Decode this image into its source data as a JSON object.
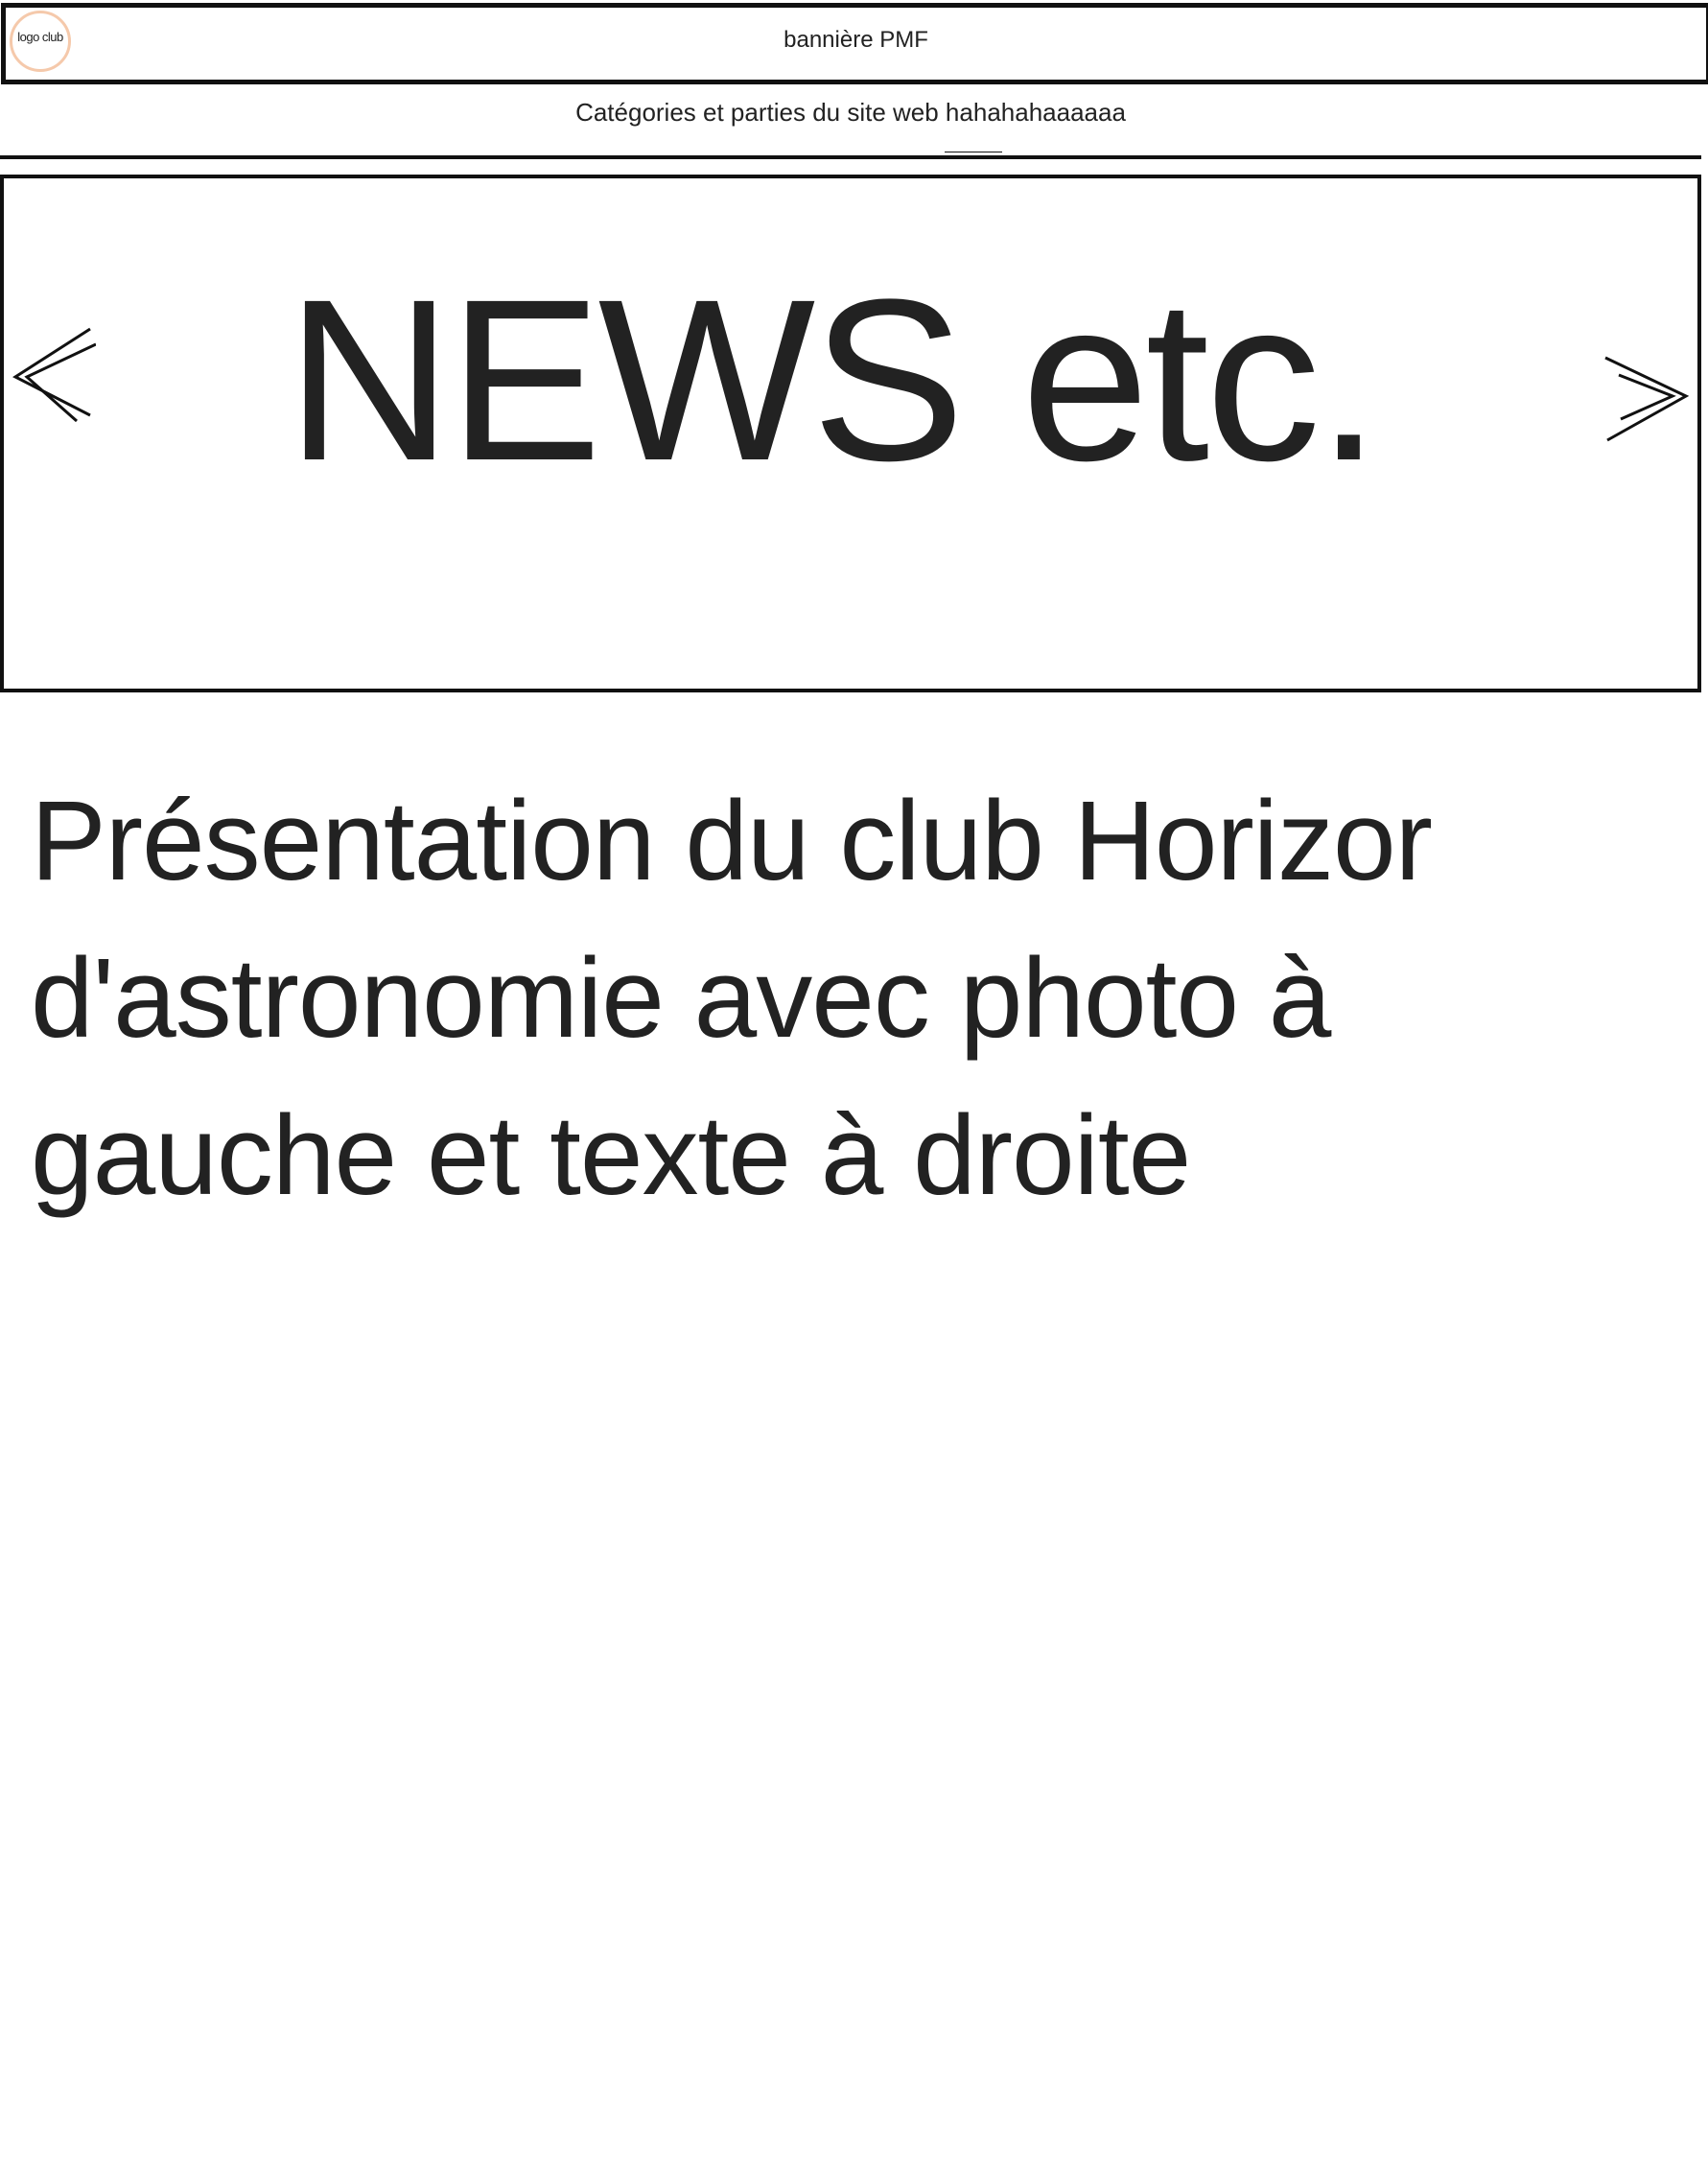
{
  "header": {
    "logo_text": "logo club",
    "banner_title": "bannière PMF",
    "logo_border_color": "#f5c9ab"
  },
  "nav": {
    "label": "Catégories et parties du site web hahahahaaaaaa"
  },
  "news": {
    "title": "NEWS etc.",
    "prev_icon": "double-chevron-left-icon",
    "next_icon": "double-chevron-right-icon"
  },
  "presentation": {
    "line1": "Présentation du club Horizor",
    "line2": "d'astronomie avec photo à",
    "line3": "gauche et texte à droite"
  }
}
